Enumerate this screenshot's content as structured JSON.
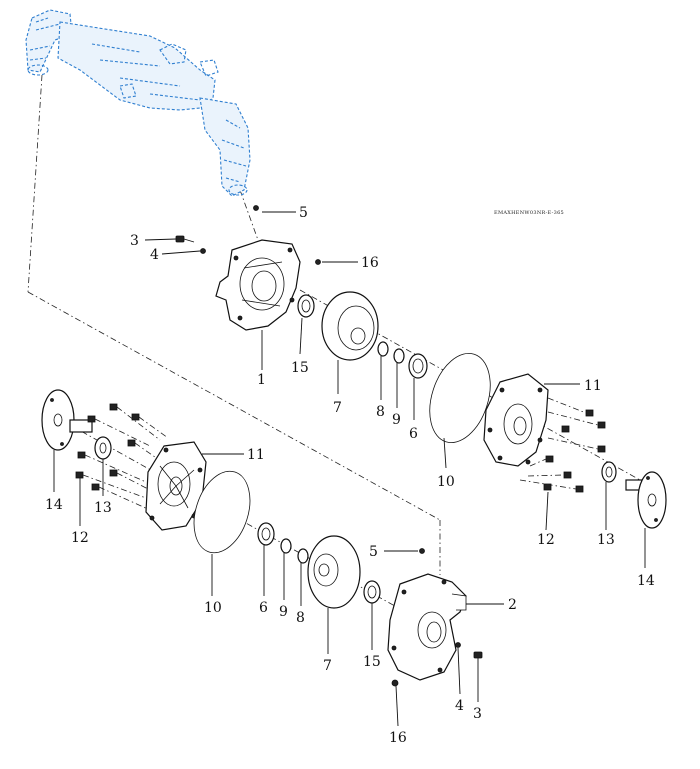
{
  "drawing_code": "EMAXHENW03NR-E-365",
  "callouts": {
    "upper_1": "1",
    "upper_3": "3",
    "upper_4": "4",
    "upper_5": "5",
    "upper_16": "16",
    "upper_15": "15",
    "upper_7": "7",
    "upper_8": "8",
    "upper_9": "9",
    "upper_6": "6",
    "upper_10": "10",
    "upper_11": "11",
    "upper_12": "12",
    "upper_13": "13",
    "upper_14": "14",
    "lower_14": "14",
    "lower_13": "13",
    "lower_12": "12",
    "lower_11": "11",
    "lower_10": "10",
    "lower_6": "6",
    "lower_9": "9",
    "lower_8": "8",
    "lower_7": "7",
    "lower_5": "5",
    "lower_15": "15",
    "lower_2": "2",
    "lower_4": "4",
    "lower_3": "3",
    "lower_16": "16"
  }
}
